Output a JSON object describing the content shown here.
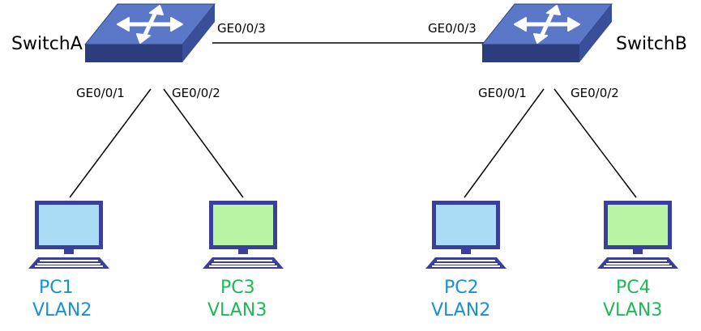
{
  "colors": {
    "vlan2": "#1a8fd6",
    "vlan3": "#1db954",
    "switch_top": "#5b78c8",
    "switch_side": "#3a4f9a",
    "switch_front": "#2c3d7e",
    "pc_screen_blue": "#a9dcf5",
    "pc_screen_green": "#b8f5a5",
    "pc_frame": "#3a3f9c"
  },
  "switches": [
    {
      "name": "SwitchA",
      "icon": "switch-icon",
      "ports": [
        "GE0/0/3",
        "GE0/0/1",
        "GE0/0/2"
      ]
    },
    {
      "name": "SwitchB",
      "icon": "switch-icon",
      "ports": [
        "GE0/0/3",
        "GE0/0/1",
        "GE0/0/2"
      ]
    }
  ],
  "pcs": [
    {
      "name": "PC1",
      "vlan": "VLAN2",
      "icon": "pc-icon"
    },
    {
      "name": "PC3",
      "vlan": "VLAN3",
      "icon": "pc-icon"
    },
    {
      "name": "PC2",
      "vlan": "VLAN2",
      "icon": "pc-icon"
    },
    {
      "name": "PC4",
      "vlan": "VLAN3",
      "icon": "pc-icon"
    }
  ]
}
